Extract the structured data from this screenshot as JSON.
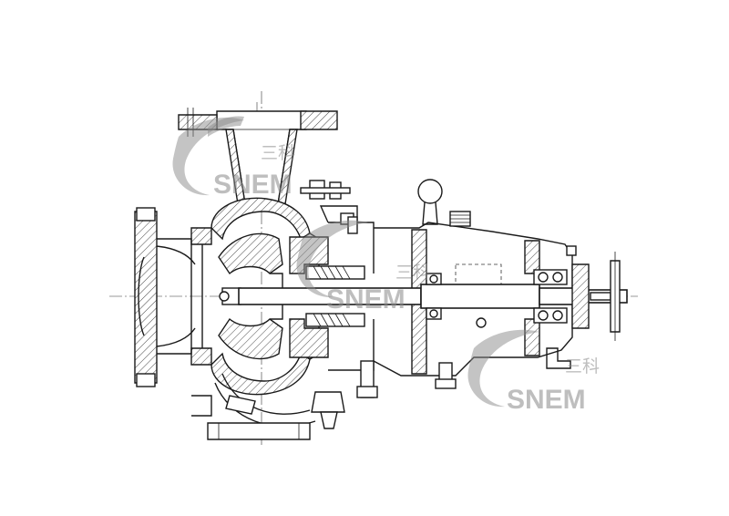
{
  "drawing": {
    "subject": "pump-cross-section"
  },
  "watermark": {
    "chinese": "三科",
    "brand": "SNEM",
    "color": "#8a8a8a"
  },
  "colors": {
    "line": "#1a1a1a",
    "background": "#ffffff"
  }
}
